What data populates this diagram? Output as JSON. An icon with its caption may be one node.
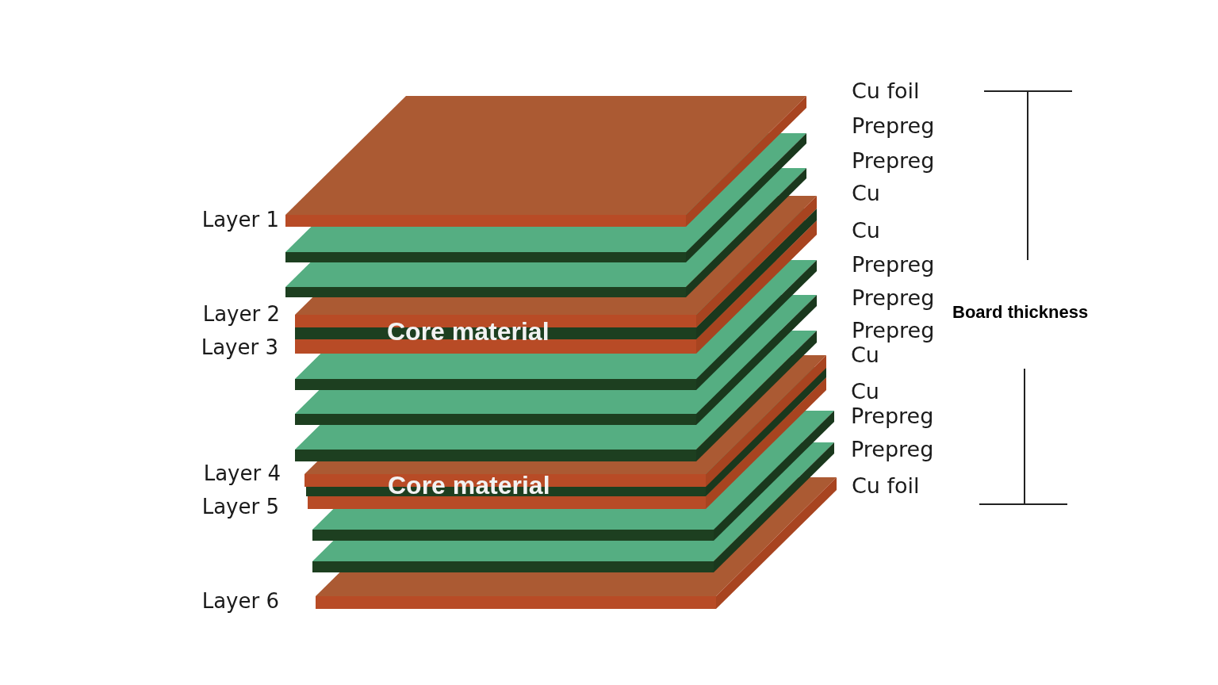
{
  "diagram": {
    "labels": [
      "Cu foil",
      "Prepreg",
      "Prepreg",
      "Cu",
      "Layer 1",
      "Cu",
      "Prepreg",
      "Prepreg",
      "Board thickness",
      "Layer 2",
      "Prepreg",
      "Core material",
      "Layer 3",
      "Cu",
      "Cu",
      "Prepreg",
      "Prepreg",
      "Layer 4",
      "Core material",
      "Cu foil",
      "Layer 5",
      "Layer 6"
    ]
  }
}
